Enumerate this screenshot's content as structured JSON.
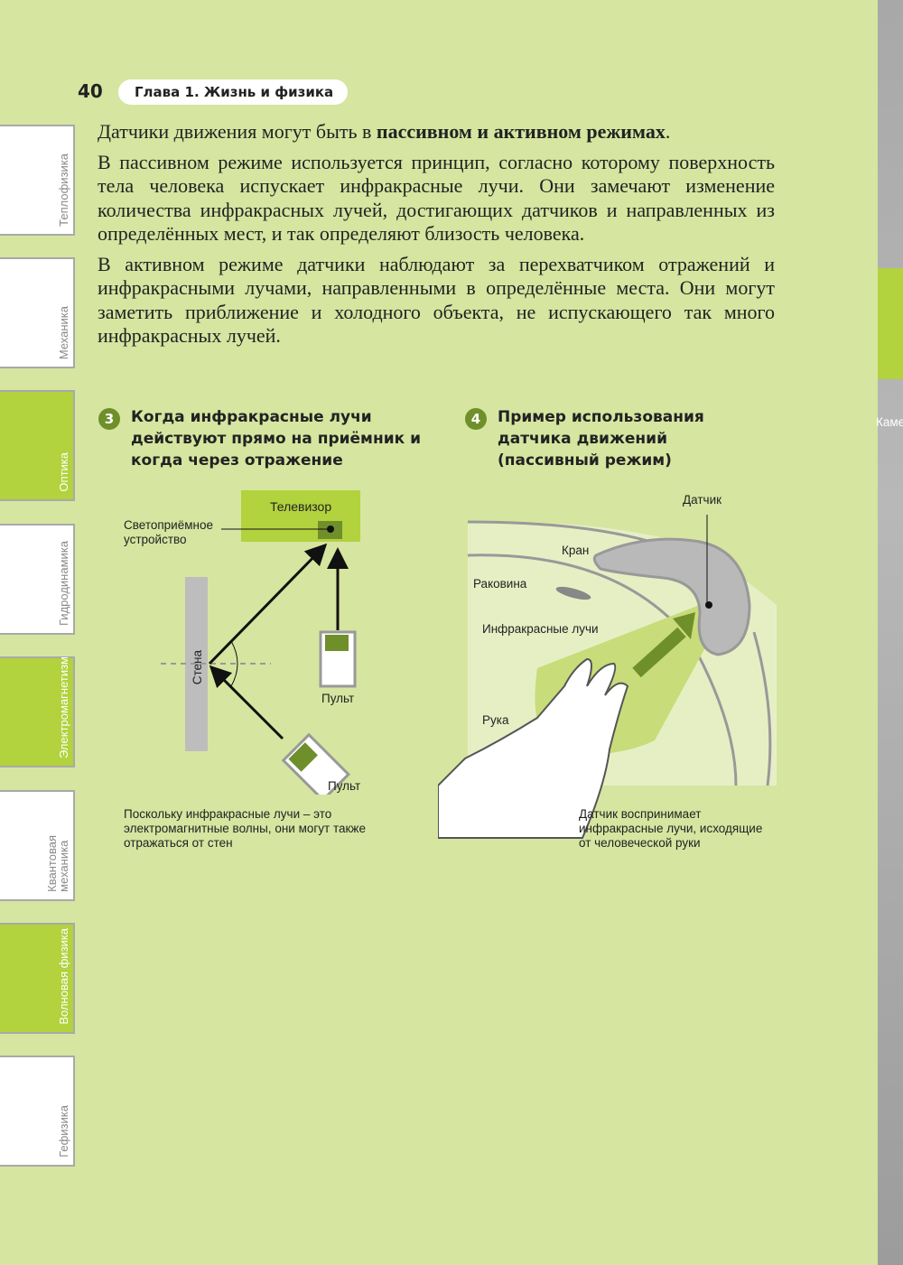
{
  "header": {
    "page_number": "40",
    "chapter": "Глава 1. Жизнь и физика"
  },
  "side_tabs": [
    {
      "label": "Теплофизика",
      "active": false
    },
    {
      "label": "Механика",
      "active": false
    },
    {
      "label": "Оптика",
      "active": true
    },
    {
      "label": "Гидродинамика",
      "active": false
    },
    {
      "label": "Электромагнетизм",
      "active": true
    },
    {
      "label": "Квантовая\nмеханика",
      "active": false
    },
    {
      "label": "Волновая физика",
      "active": true
    },
    {
      "label": "Гефизика",
      "active": false
    }
  ],
  "body": {
    "p1_start": "Датчики движения могут быть в ",
    "p1_bold": "пассивном и активном режимах",
    "p1_end": ".",
    "p2": "В пассивном режиме используется принцип, согласно которому поверхность тела человека испускает инфракрасные лучи. Они замечают изменение количества инфракрасных лучей, достигающих датчиков и направленных из определённых мест, и так определяют близость человека.",
    "p3": "В активном режиме датчики наблюдают за перехватчиком отражений и инфракрасными лучами, направленными в определённые места. Они могут заметить приближение и холодного объекта, не испускающего так много инфракрасных лучей."
  },
  "figure3": {
    "number": "3",
    "title": "Когда инфракрасные лучи действуют прямо на приёмник и когда через отражение",
    "tv": "Телевизор",
    "receiver": "Светоприёмное устройство",
    "wall": "Стена",
    "remote1": "Пульт",
    "remote2": "Пульт",
    "caption": "Поскольку инфракрасные лучи – это электромагнитные волны, они могут также отражаться от стен"
  },
  "figure4": {
    "number": "4",
    "title": "Пример использования датчика движений (пассивный режим)",
    "sensor": "Датчик",
    "faucet": "Кран",
    "sink": "Раковина",
    "rays": "Инфракрасные лучи",
    "hand": "Рука",
    "caption": "Датчик воспринимает инфракрасные лучи, исходящие от человеческой руки"
  },
  "side_strip": {
    "label": "Каме"
  },
  "colors": {
    "page_bg": "#d6e5a0",
    "accent": "#b2d23e",
    "dark_green": "#6f8f2b"
  }
}
